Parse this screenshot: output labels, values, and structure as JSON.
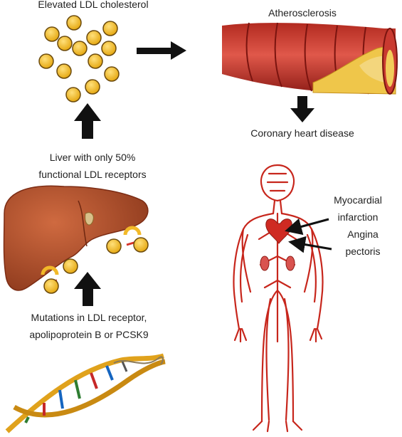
{
  "labels": {
    "elevated_ldl": "Elevated LDL cholesterol",
    "atherosclerosis": "Atherosclerosis",
    "coronary": "Coronary heart disease",
    "liver_line1": "Liver with only 50%",
    "liver_line2": "functional LDL receptors",
    "mutations_line1": "Mutations in LDL receptor,",
    "mutations_line2": "apolipoprotein B or PCSK9",
    "mi_line1": "Myocardial",
    "mi_line2": "infarction",
    "angina_line1": "Angina",
    "angina_line2": "pectoris"
  },
  "colors": {
    "ldl_fill": "#f2b928",
    "ldl_stroke": "#6b4a0c",
    "artery": "#c9372c",
    "artery_dark": "#8e1c16",
    "plaque": "#efc64a",
    "liver": "#b4502d",
    "liver_dark": "#7c2c14",
    "vessel": "#c7261c",
    "arrow": "#111111"
  },
  "icons": [
    "ldl-particle-icon",
    "artery-illustration",
    "liver-illustration",
    "dna-helix-illustration",
    "body-circulatory-illustration",
    "heart-icon"
  ]
}
